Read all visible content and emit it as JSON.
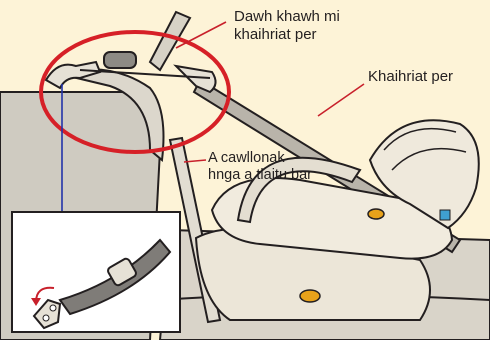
{
  "labels": {
    "tether_strap_line1": "Dawh khawh mi",
    "tether_strap_line2": "khaihriat per",
    "tether_belt": "Khaihriat per",
    "anchor_line1": "A cawllonak",
    "anchor_line2": "hnga a tlaitu bar"
  },
  "colors": {
    "background": "#FDF3D7",
    "highlight_ring": "#D62027",
    "pointer": "#C8202B",
    "guide_line": "#2233AA",
    "seat_body": "#C9C5BB",
    "carrier_shell": "#ECE6D8",
    "buckle": "#E8A21A",
    "outline": "#231F20"
  },
  "icons": [
    "car-seat-illustration",
    "tether-strap",
    "anchor-hook-inset"
  ]
}
